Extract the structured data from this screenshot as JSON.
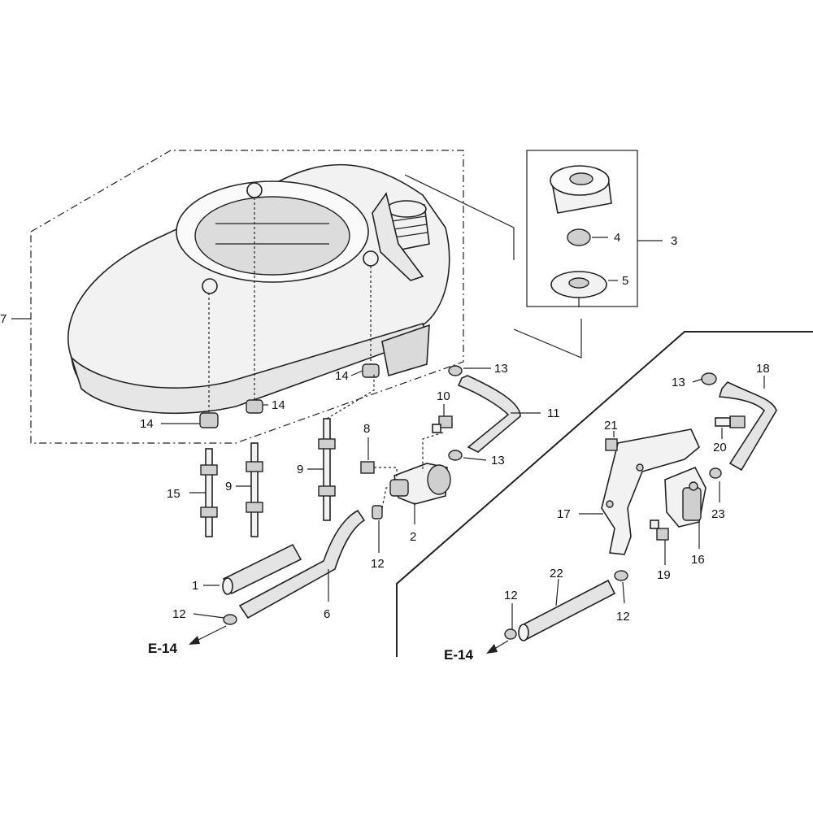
{
  "callouts": {
    "c1": "1",
    "c2": "2",
    "c3": "3",
    "c4": "4",
    "c5": "5",
    "c6": "6",
    "c7": "7",
    "c8": "8",
    "c9a": "9",
    "c9b": "9",
    "c10": "10",
    "c11": "11",
    "c12a": "12",
    "c12b": "12",
    "c12c": "12",
    "c12d": "12",
    "c13a": "13",
    "c13b": "13",
    "c13c": "13",
    "c14a": "14",
    "c14b": "14",
    "c14c": "14",
    "c15": "15",
    "c16": "16",
    "c17": "17",
    "c18": "18",
    "c19": "19",
    "c20": "20",
    "c21": "21",
    "c22": "22",
    "c23": "23"
  },
  "references": {
    "left": "E-14",
    "right": "E-14"
  }
}
